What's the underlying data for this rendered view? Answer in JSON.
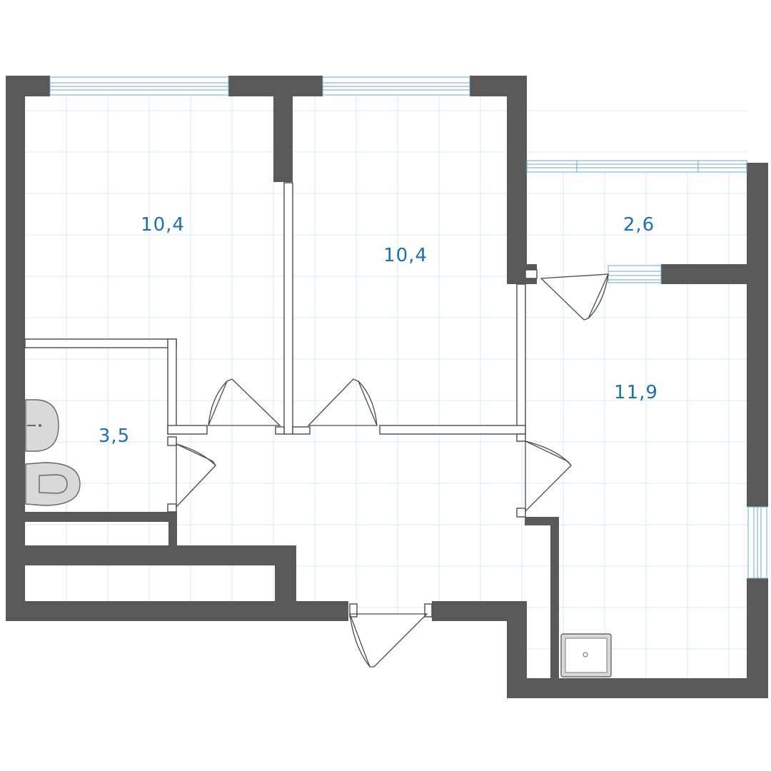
{
  "rooms": {
    "bedroom_1": {
      "area": "10,4"
    },
    "bedroom_2": {
      "area": "10,4"
    },
    "balcony": {
      "area": "2,6"
    },
    "kitchen": {
      "area": "11,9"
    },
    "bathroom": {
      "area": "3,5"
    }
  },
  "colors": {
    "wall": "#595959",
    "label": "#1f6fb3",
    "grid": "#dbe8f3",
    "window": "#6aa7c9"
  }
}
